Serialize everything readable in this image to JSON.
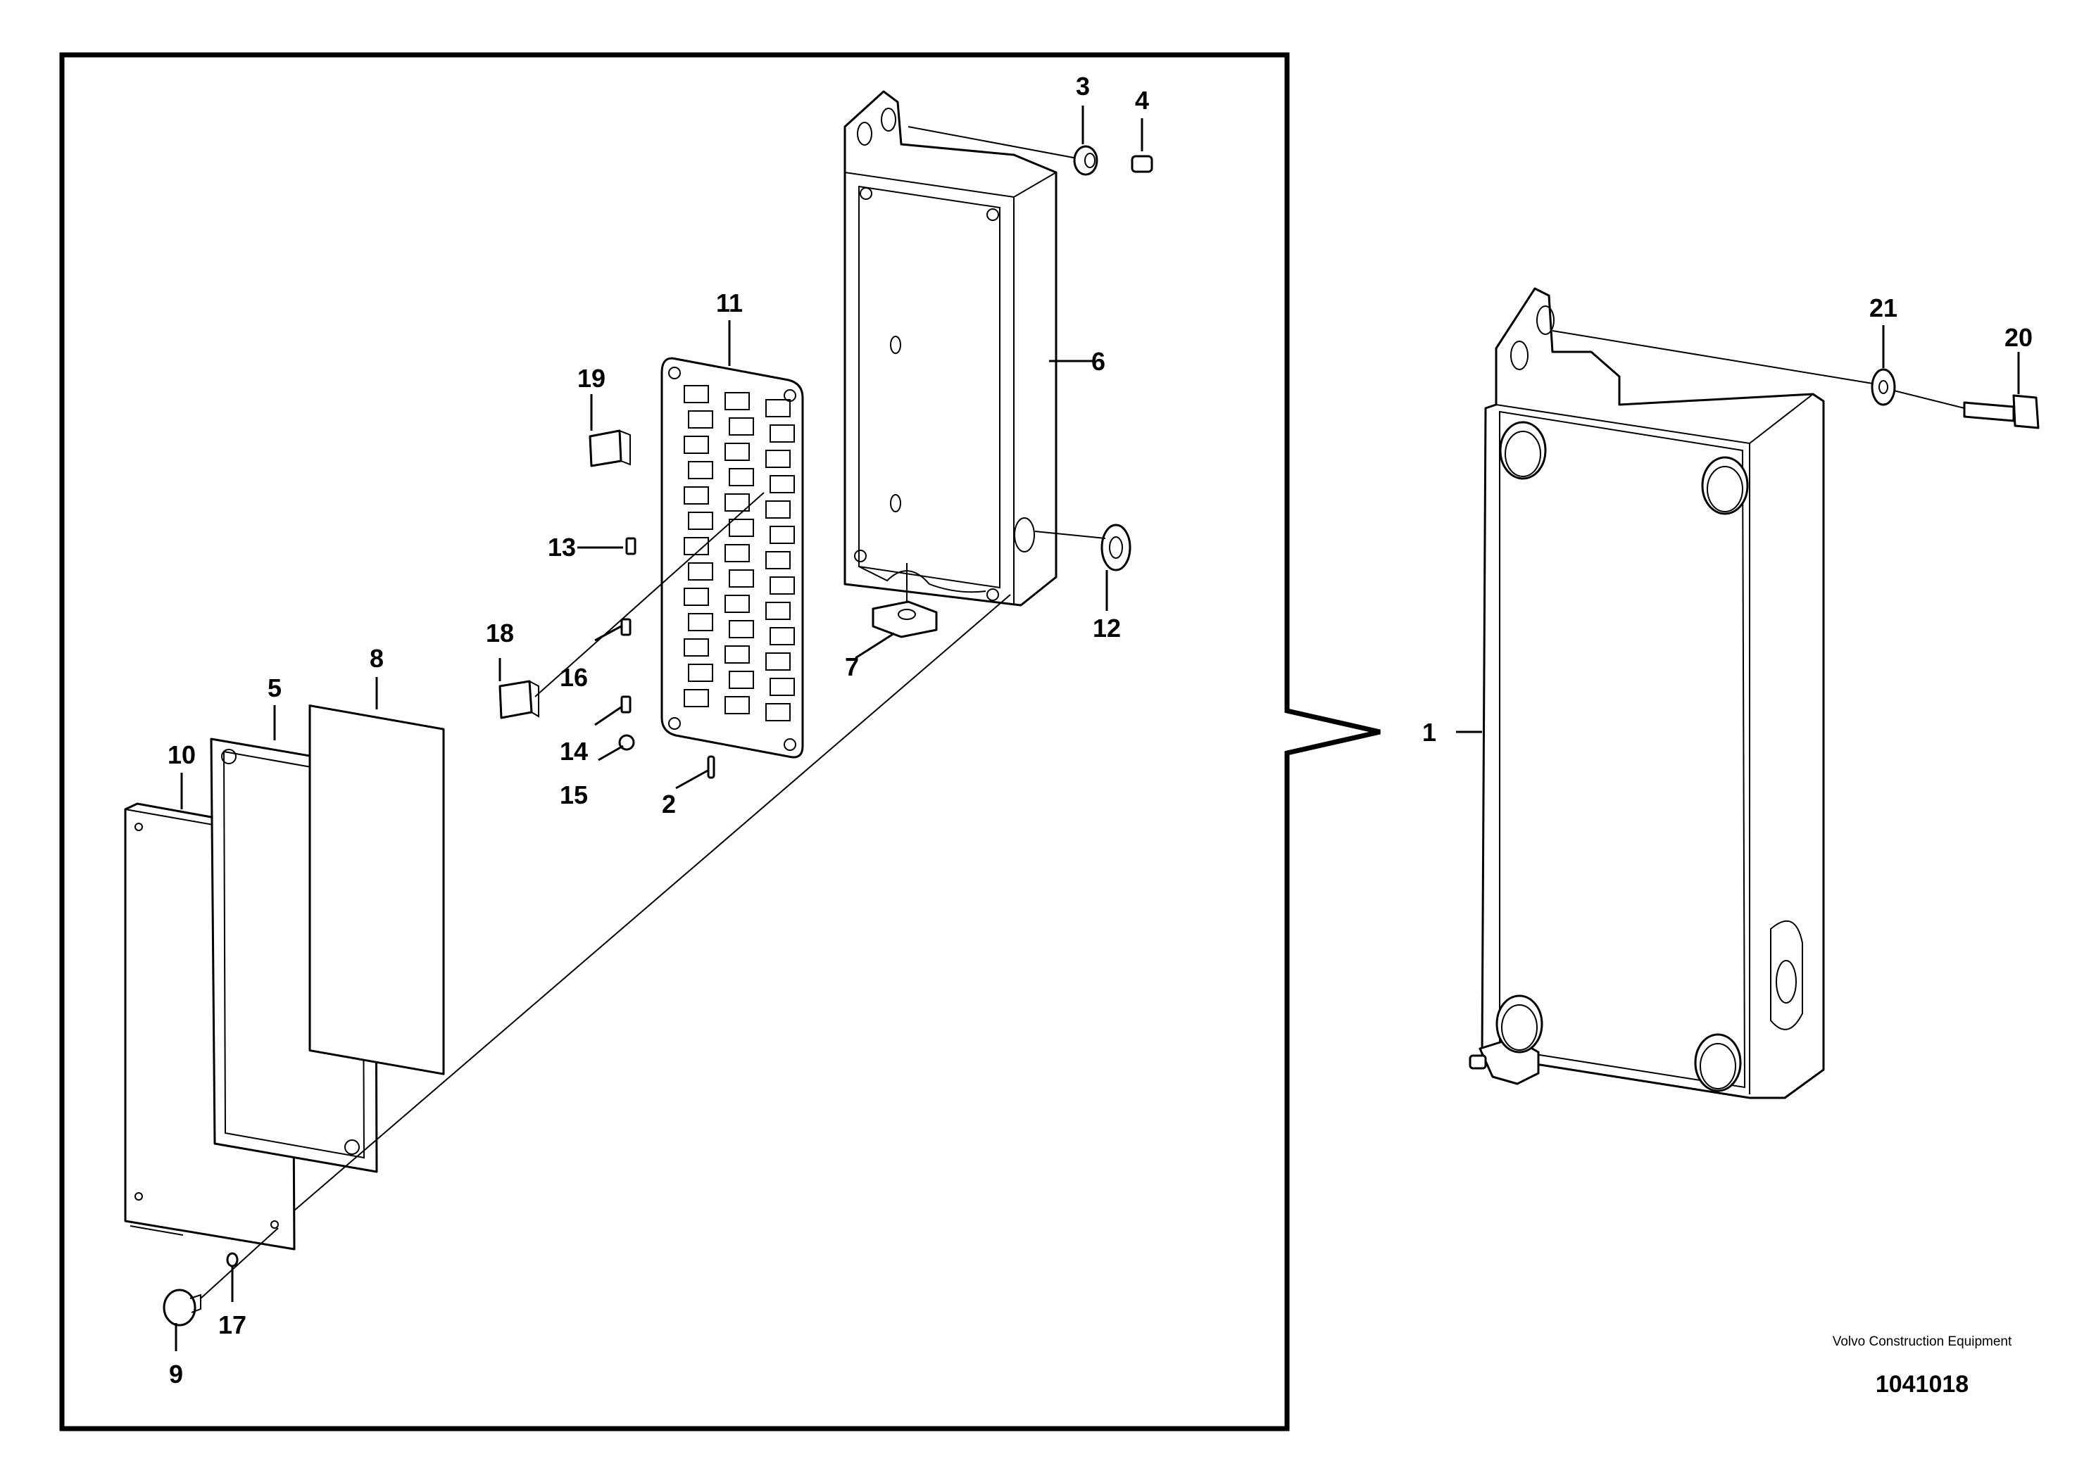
{
  "callouts": {
    "c1": "1",
    "c2": "2",
    "c3": "3",
    "c4": "4",
    "c5": "5",
    "c6": "6",
    "c7": "7",
    "c8": "8",
    "c9": "9",
    "c10": "10",
    "c11": "11",
    "c12": "12",
    "c13": "13",
    "c14": "14",
    "c15": "15",
    "c16": "16",
    "c17": "17",
    "c18": "18",
    "c19": "19",
    "c20": "20",
    "c21": "21"
  },
  "credit": {
    "maker": "Volvo Construction Equipment",
    "document_number": "1041018"
  },
  "colors": {
    "line": "#000000",
    "background": "#ffffff"
  }
}
